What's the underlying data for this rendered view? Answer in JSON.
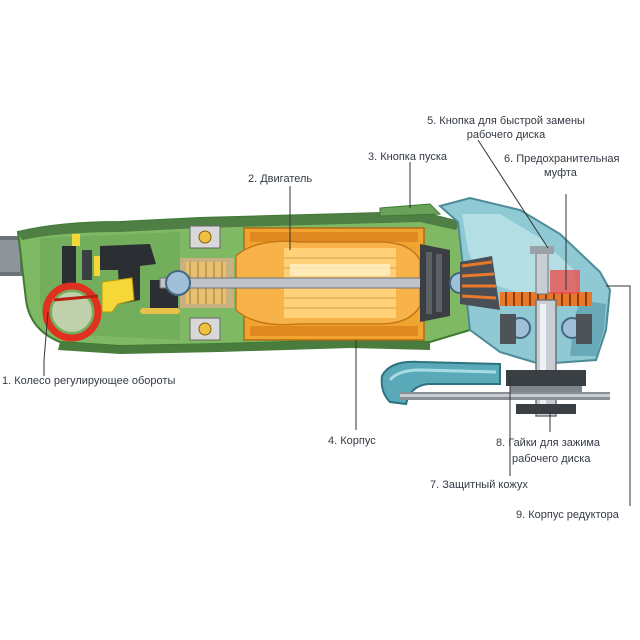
{
  "labels": {
    "l1": "1. Колесо регулирующее обороты",
    "l2": "2. Двигатель",
    "l3": "3. Кнопка пуска",
    "l4": "4. Корпус",
    "l5a": "5. Кнопка для быстрой замены",
    "l5b": "рабочего диска",
    "l6a": "6. Предохранительная",
    "l6b": "муфта",
    "l7": "7. Защитный кожух",
    "l8a": "8. Гайки для зажима",
    "l8b": "рабочего диска",
    "l9": "9. Корпус редуктора"
  },
  "colors": {
    "housing_green": "#7fb964",
    "housing_dark": "#4c8a3c",
    "motor_orange": "#f2a431",
    "motor_yellow": "#ffd27a",
    "gearbox_blue": "#8fc9d4",
    "gearbox_dark": "#5a9aa8",
    "wheel_red": "#e03020",
    "gear_orange": "#e8782a",
    "leader_line": "#333333"
  }
}
